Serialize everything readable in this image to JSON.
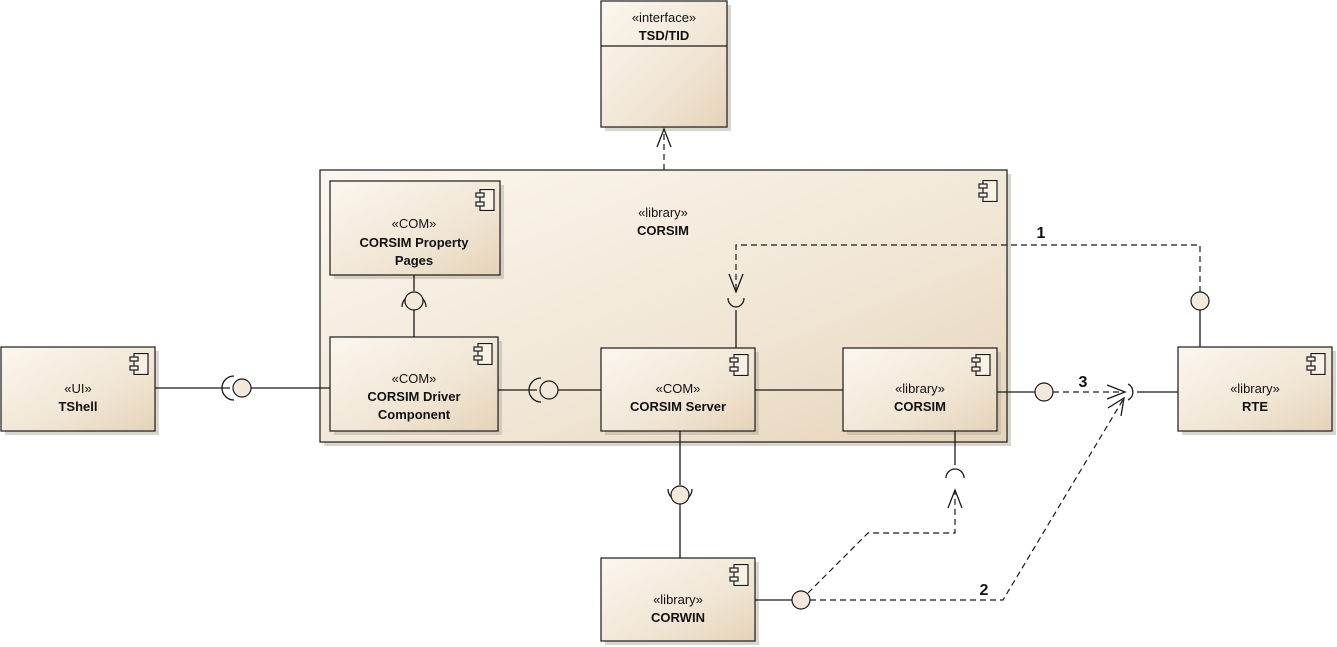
{
  "interface_box": {
    "stereotype": "«interface»",
    "name": "TSD/TID"
  },
  "container": {
    "stereotype": "«library»",
    "name": "CORSIM"
  },
  "components": {
    "property_pages": {
      "stereotype": "«COM»",
      "name_line1": "CORSIM Property",
      "name_line2": "Pages"
    },
    "driver": {
      "stereotype": "«COM»",
      "name_line1": "CORSIM Driver",
      "name_line2": "Component"
    },
    "server": {
      "stereotype": "«COM»",
      "name": "CORSIM Server"
    },
    "corsim_lib": {
      "stereotype": "«library»",
      "name": "CORSIM"
    },
    "tshell": {
      "stereotype": "«UI»",
      "name": "TShell"
    },
    "rte": {
      "stereotype": "«library»",
      "name": "RTE"
    },
    "corwin": {
      "stereotype": "«library»",
      "name": "CORWIN"
    }
  },
  "connector_labels": {
    "one": "1",
    "two": "2",
    "three": "3"
  }
}
